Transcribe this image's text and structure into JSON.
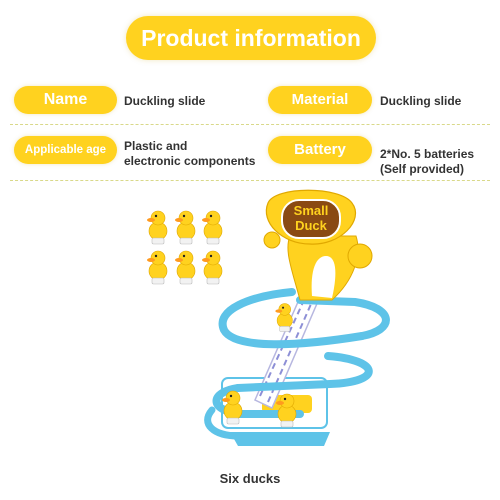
{
  "header": {
    "title": "Product information"
  },
  "specs": {
    "name_label": "Name",
    "name_value": "Duckling slide",
    "material_label": "Material",
    "material_value": "Duckling slide",
    "age_label": "Applicable age",
    "age_value_line1": "Plastic and",
    "age_value_line2": "electronic components",
    "battery_label": "Battery",
    "battery_value_line1": "2*No. 5 batteries",
    "battery_value_line2": "(Self provided)"
  },
  "product_image": {
    "sign_line1": "Small",
    "sign_line2": "Duck",
    "duck_count": 6
  },
  "caption": "Six ducks",
  "colors": {
    "accent_yellow": "#ffd21f",
    "track_blue": "#5ec3e8",
    "sign_brown": "#8a4a12",
    "text_dark": "#333333"
  }
}
